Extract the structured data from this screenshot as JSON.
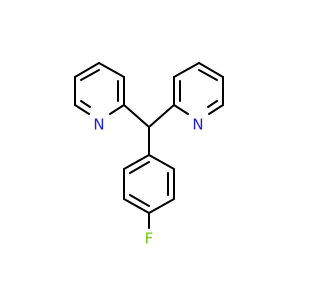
{
  "molecule": {
    "atoms": {
      "n_left": {
        "symbol": "N",
        "color": "#1f1fd6"
      },
      "n_right": {
        "symbol": "N",
        "color": "#1f1fd6"
      },
      "f_bottom": {
        "symbol": "F",
        "color": "#74c80a"
      }
    },
    "bond_color": "#000000",
    "background": "#ffffff"
  }
}
